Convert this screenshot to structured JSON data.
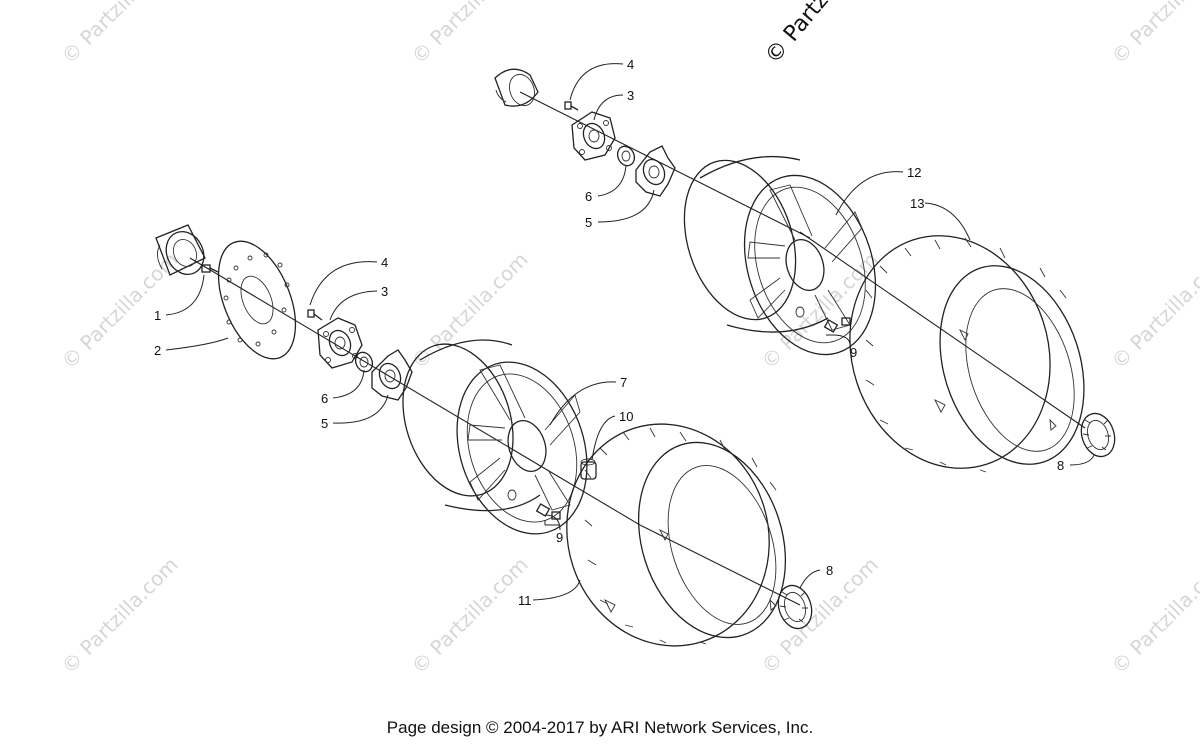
{
  "watermark": {
    "text": "© Partzilla.com",
    "corner_text": "© Partzi"
  },
  "callouts": {
    "c1": "1",
    "c2": "2",
    "c3_front": "3",
    "c4_front": "4",
    "c5_front": "5",
    "c6_front": "6",
    "c7": "7",
    "c8_front": "8",
    "c9_front": "9",
    "c10": "10",
    "c11": "11",
    "c4_rear": "4",
    "c3_rear": "3",
    "c6_rear": "6",
    "c5_rear": "5",
    "c12": "12",
    "c13": "13",
    "c9_rear": "9",
    "c8_rear": "8"
  },
  "footer": {
    "text": "Page design © 2004-2017 by ARI Network Services, Inc."
  }
}
